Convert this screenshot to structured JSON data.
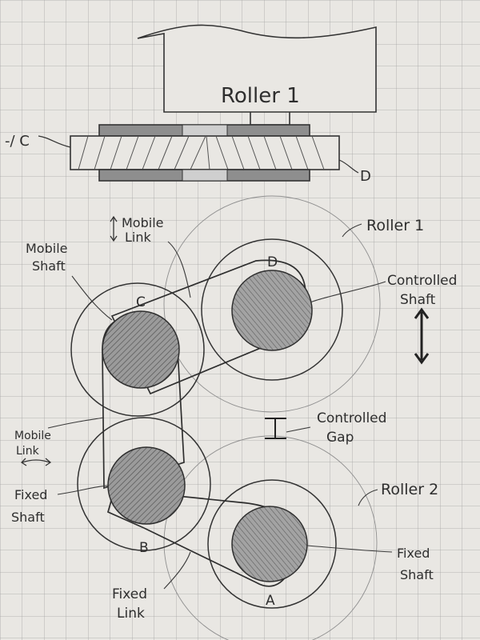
{
  "top_view": {
    "roller_label": "Roller 1",
    "left_mark": "-/ C",
    "right_mark": "D"
  },
  "labels": {
    "mobile_link_top_1": "Mobile",
    "mobile_link_top_2": "Link",
    "mobile_shaft_1": "Mobile",
    "mobile_shaft_2": "Shaft",
    "roller1": "Roller 1",
    "controlled_shaft_1": "Controlled",
    "controlled_shaft_2": "Shaft",
    "controlled_gap_1": "Controlled",
    "controlled_gap_2": "Gap",
    "mobile_link_left_1": "Mobile",
    "mobile_link_left_2": "Link",
    "fixed_shaft_left_1": "Fixed",
    "fixed_shaft_left_2": "Shaft",
    "roller2": "Roller 2",
    "fixed_shaft_right_1": "Fixed",
    "fixed_shaft_right_2": "Shaft",
    "fixed_link_1": "Fixed",
    "fixed_link_2": "Link"
  },
  "shafts": {
    "a": "A",
    "b": "B",
    "c": "C",
    "d": "D"
  },
  "colors": {
    "paper": "#e9e7e3",
    "grid": "#9a9a9a",
    "pencil": "#2f2f2f",
    "shading": "#8c8c8c"
  }
}
